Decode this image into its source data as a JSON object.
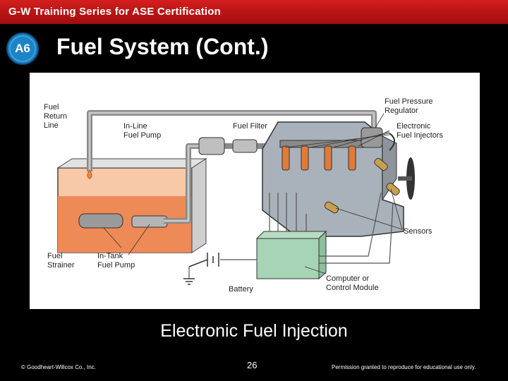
{
  "header": {
    "series_title": "G-W Training Series for ASE Certification"
  },
  "badge": {
    "label": "A6"
  },
  "slide": {
    "title": "Fuel System (Cont.)",
    "caption": "Electronic Fuel Injection"
  },
  "diagram": {
    "labels": {
      "fuel_return_1": "Fuel",
      "fuel_return_2": "Return",
      "fuel_return_3": "Line",
      "inline_pump_1": "In-Line",
      "inline_pump_2": "Fuel Pump",
      "fuel_filter": "Fuel Filter",
      "fpr_1": "Fuel Pressure",
      "fpr_2": "Regulator",
      "injectors_1": "Electronic",
      "injectors_2": "Fuel Injectors",
      "sensors": "Sensors",
      "strainer_1": "Fuel",
      "strainer_2": "Strainer",
      "intank_1": "In-Tank",
      "intank_2": "Fuel Pump",
      "computer_1": "Computer or",
      "computer_2": "Control Module",
      "battery": "Battery"
    }
  },
  "footer": {
    "copyright": "© Goodheart-Willcox Co., Inc.",
    "page_number": "26",
    "permission": "Permission granted to reproduce for educational use only."
  },
  "colors": {
    "header_red": "#c0171a",
    "badge_blue": "#1c84c6"
  }
}
